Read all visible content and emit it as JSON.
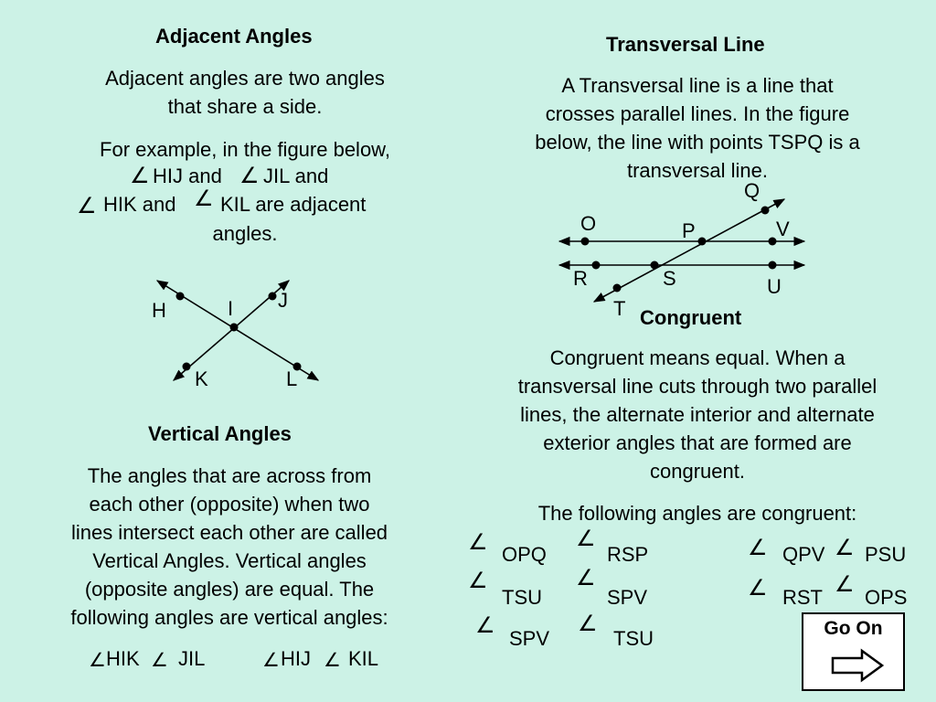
{
  "adjacent": {
    "title": "Adjacent Angles",
    "def_l1": "Adjacent angles are two angles",
    "def_l2": "that share a side.",
    "ex_l1": "For example, in the figure below,",
    "ex_hij": "HIJ and",
    "ex_jil": "JIL and",
    "ex_hik": "HIK and",
    "ex_kil": "KIL are adjacent",
    "ex_l4": "angles.",
    "points": {
      "h": "H",
      "i": "I",
      "j": "J",
      "k": "K",
      "l": "L"
    }
  },
  "vertical": {
    "title": "Vertical Angles",
    "lines": [
      "The angles that are across from",
      "each other (opposite) when two",
      "lines intersect each other are called",
      "Vertical Angles.  Vertical angles",
      "(opposite angles) are equal. The",
      "following angles are vertical angles:"
    ],
    "a1": "HIK",
    "a2": "JIL",
    "a3": "HIJ",
    "a4": "KIL"
  },
  "transversal": {
    "title": "Transversal Line",
    "lines": [
      "A Transversal line is a line that",
      "crosses parallel lines.  In the figure",
      "below, the line with points TSPQ is a",
      "transversal line."
    ],
    "points": {
      "q": "Q",
      "o": "O",
      "p": "P",
      "v": "V",
      "r": "R",
      "s": "S",
      "u": "U",
      "t": "T"
    }
  },
  "congruent": {
    "title": "Congruent",
    "lines": [
      "Congruent means equal.  When a",
      "transversal line cuts through two parallel",
      "lines, the alternate interior and alternate",
      "exterior angles that are formed are",
      "congruent."
    ],
    "following": "The following angles are congruent:",
    "pairs": [
      "OPQ",
      "RSP",
      "QPV",
      "PSU",
      "TSU",
      "SPV",
      "RST",
      "OPS",
      "SPV",
      "TSU"
    ]
  },
  "nav": {
    "go_on": "Go On"
  },
  "icons": {
    "angle": "angle-icon",
    "arrow": "right-arrow-icon"
  },
  "colors": {
    "background": "#ccf2e6",
    "ink": "#000000",
    "button": "#ffffff"
  }
}
